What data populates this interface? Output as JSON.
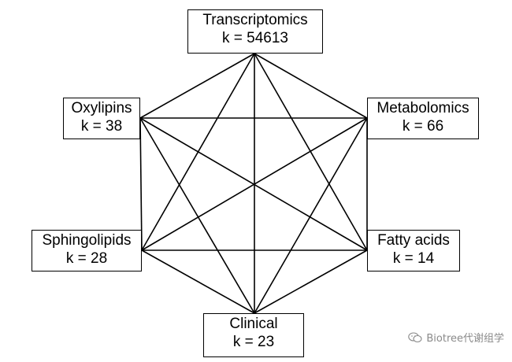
{
  "nodes": [
    {
      "id": "transcriptomics",
      "label": "Transcriptomics",
      "k": "k = 54613"
    },
    {
      "id": "oxylipins",
      "label": "Oxylipins",
      "k": "k = 38"
    },
    {
      "id": "metabolomics",
      "label": "Metabolomics",
      "k": "k = 66"
    },
    {
      "id": "sphingolipids",
      "label": "Sphingolipids",
      "k": "k = 28"
    },
    {
      "id": "fatty_acids",
      "label": "Fatty acids",
      "k": "k = 14"
    },
    {
      "id": "clinical",
      "label": "Clinical",
      "k": "k = 23"
    }
  ],
  "edges": [
    [
      "transcriptomics",
      "oxylipins"
    ],
    [
      "transcriptomics",
      "metabolomics"
    ],
    [
      "transcriptomics",
      "sphingolipids"
    ],
    [
      "transcriptomics",
      "fatty_acids"
    ],
    [
      "transcriptomics",
      "clinical"
    ],
    [
      "oxylipins",
      "metabolomics"
    ],
    [
      "oxylipins",
      "sphingolipids"
    ],
    [
      "oxylipins",
      "fatty_acids"
    ],
    [
      "oxylipins",
      "clinical"
    ],
    [
      "metabolomics",
      "sphingolipids"
    ],
    [
      "metabolomics",
      "fatty_acids"
    ],
    [
      "metabolomics",
      "clinical"
    ],
    [
      "sphingolipids",
      "fatty_acids"
    ],
    [
      "sphingolipids",
      "clinical"
    ],
    [
      "fatty_acids",
      "clinical"
    ]
  ],
  "watermark": {
    "text": "Biotree代谢组学",
    "icon": "wechat-icon"
  }
}
